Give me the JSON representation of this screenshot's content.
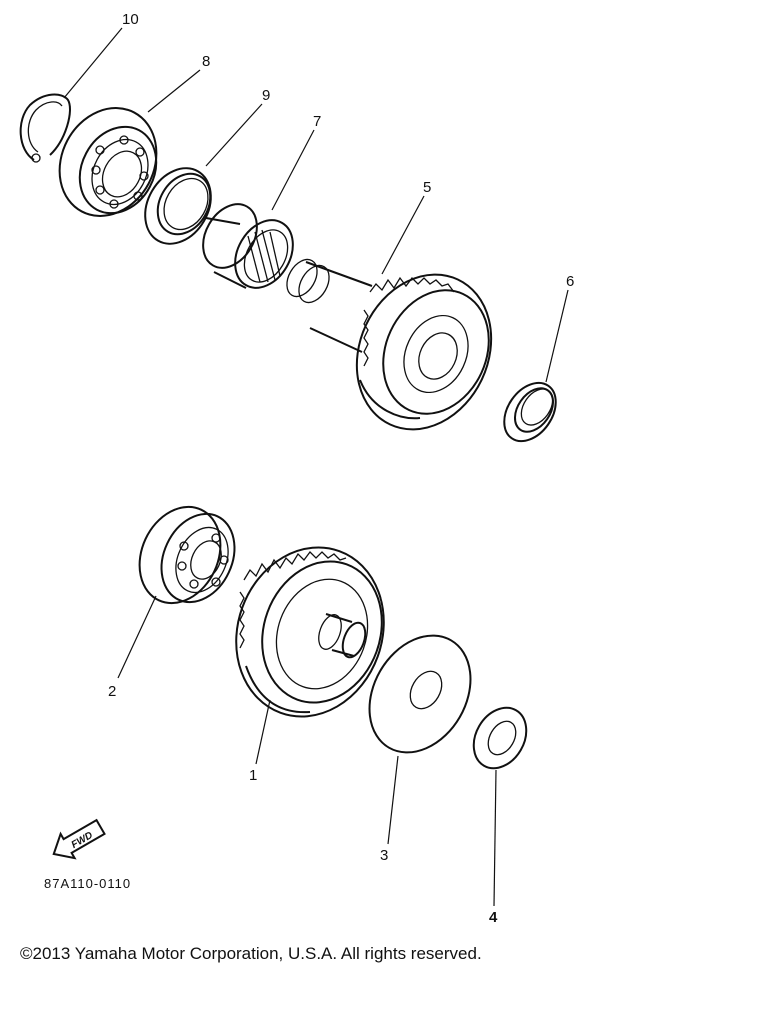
{
  "diagram": {
    "callouts": [
      {
        "id": "1",
        "label": "1"
      },
      {
        "id": "2",
        "label": "2"
      },
      {
        "id": "3",
        "label": "3"
      },
      {
        "id": "4",
        "label": "4"
      },
      {
        "id": "5",
        "label": "5"
      },
      {
        "id": "6",
        "label": "6"
      },
      {
        "id": "7",
        "label": "7"
      },
      {
        "id": "8",
        "label": "8"
      },
      {
        "id": "9",
        "label": "9"
      },
      {
        "id": "10",
        "label": "10"
      }
    ],
    "direction_badge": "FWD",
    "part_code": "87A110-0110"
  },
  "footer": {
    "copyright": "©2013 Yamaha Motor Corporation, U.S.A. All rights reserved."
  }
}
